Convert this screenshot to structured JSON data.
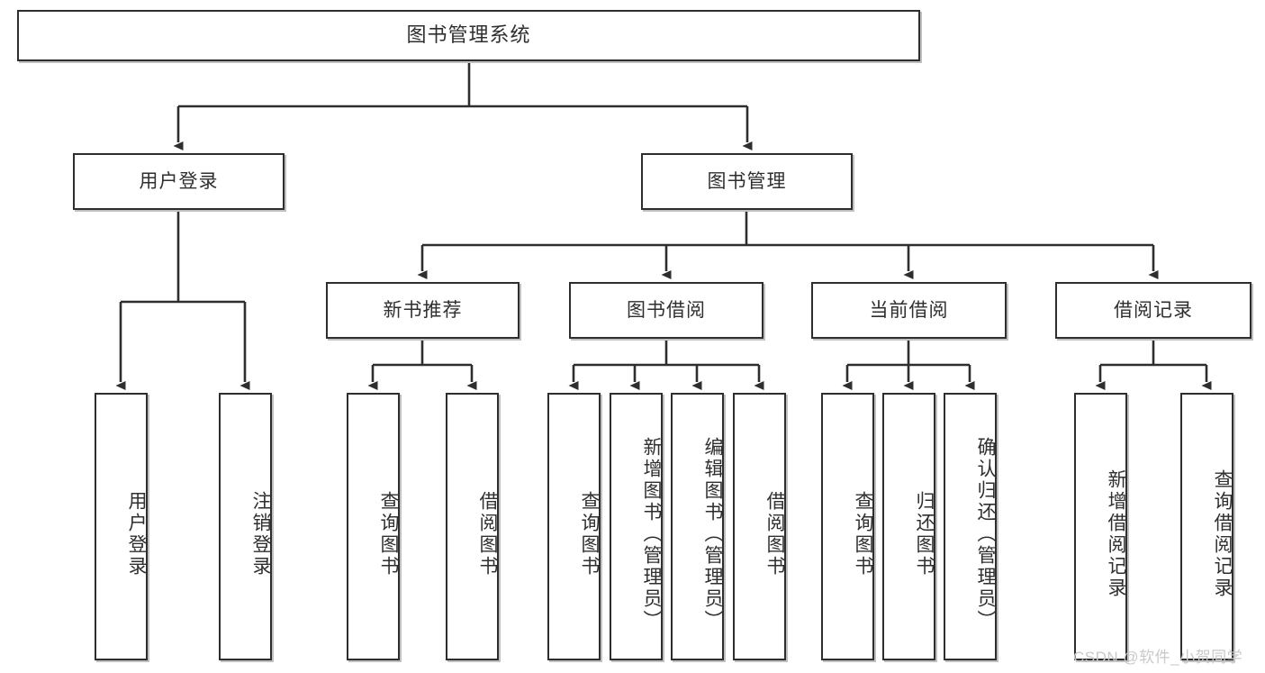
{
  "diagram": {
    "title": "图书管理系统",
    "type": "tree-hierarchy-diagram",
    "watermark": "CSDN @软件_小贺同学",
    "colors": {
      "border": "#2e2e2e",
      "background": "#ffffff",
      "text": "#2f2f2f",
      "edge": "#2e2e2e",
      "watermark": "#c9c9c9"
    },
    "root": {
      "label": "图书管理系统"
    },
    "level1": [
      {
        "label": "用户登录"
      },
      {
        "label": "图书管理"
      }
    ],
    "level2": [
      {
        "label": "新书推荐"
      },
      {
        "label": "图书借阅"
      },
      {
        "label": "当前借阅"
      },
      {
        "label": "借阅记录"
      }
    ],
    "leaves": {
      "user_login": [
        {
          "label": "用户登录"
        },
        {
          "label": "注销登录"
        }
      ],
      "new_book_recommend": [
        {
          "label": "查询图书"
        },
        {
          "label": "借阅图书"
        }
      ],
      "book_borrow": [
        {
          "label": "查询图书"
        },
        {
          "label": "新增图书（管理员）"
        },
        {
          "label": "编辑图书（管理员）"
        },
        {
          "label": "借阅图书"
        }
      ],
      "current_borrow": [
        {
          "label": "查询图书"
        },
        {
          "label": "归还图书"
        },
        {
          "label": "确认归还（管理员）"
        }
      ],
      "borrow_record": [
        {
          "label": "新增借阅记录"
        },
        {
          "label": "查询借阅记录"
        }
      ]
    }
  }
}
